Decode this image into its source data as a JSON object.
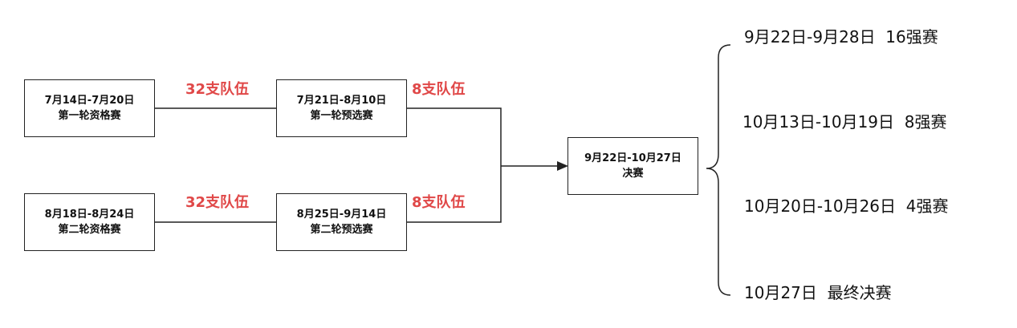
{
  "boxes": {
    "q1": {
      "date": "7月14日-7月20日",
      "name": "第一轮资格赛"
    },
    "q2": {
      "date": "8月18日-8月24日",
      "name": "第二轮资格赛"
    },
    "p1": {
      "date": "7月21日-8月10日",
      "name": "第一轮预选赛"
    },
    "p2": {
      "date": "8月25日-9月14日",
      "name": "第二轮预选赛"
    },
    "final": {
      "date": "9月22日-10月27日",
      "name": "决赛"
    }
  },
  "teams": {
    "t32_a": "32支队伍",
    "t32_b": "32支队伍",
    "t8_a": "8支队伍",
    "t8_b": "8支队伍"
  },
  "stages": [
    "9月22日-9月28日  16强赛",
    "10月13日-10月19日  8强赛",
    "10月20日-10月26日  4强赛",
    "10月27日  最终决赛"
  ],
  "colors": {
    "highlight": "#e04848",
    "line": "#222222"
  }
}
